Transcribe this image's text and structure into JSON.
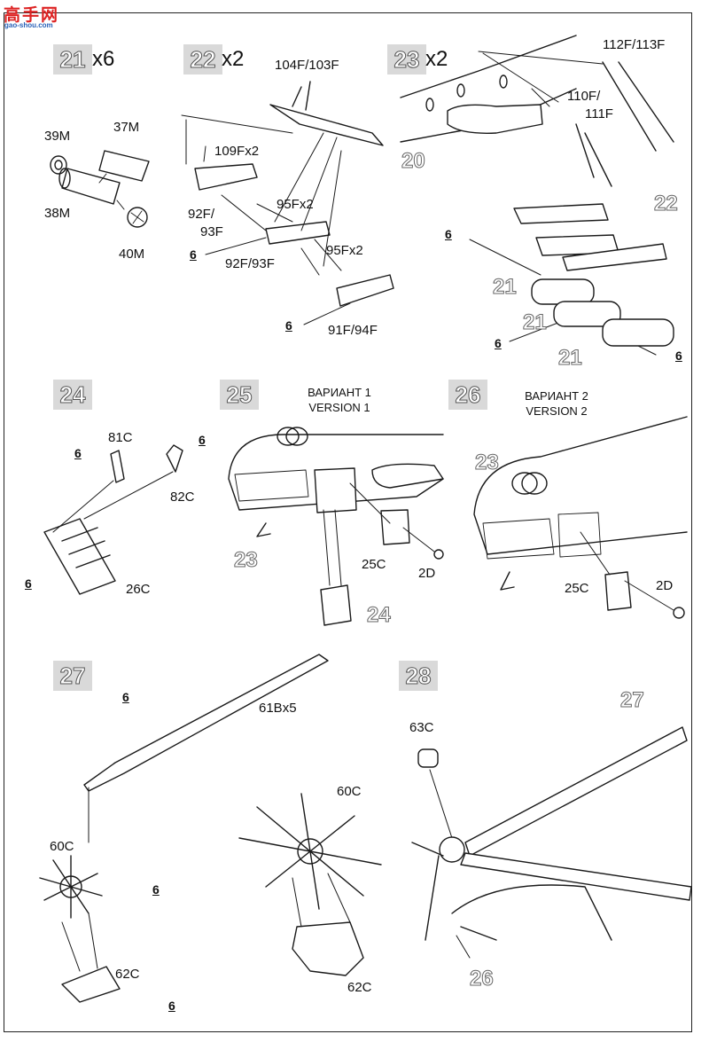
{
  "watermark": {
    "site_cn": "高手网",
    "site_url": "gao-shou.com"
  },
  "steps": [
    {
      "number": "21",
      "qty": "x6"
    },
    {
      "number": "22",
      "qty": "x2"
    },
    {
      "number": "23",
      "qty": "x2"
    },
    {
      "number": "24",
      "qty": ""
    },
    {
      "number": "25",
      "qty": ""
    },
    {
      "number": "26",
      "qty": ""
    },
    {
      "number": "27",
      "qty": ""
    },
    {
      "number": "28",
      "qty": ""
    }
  ],
  "step21": {
    "parts": [
      "39M",
      "37M",
      "38M",
      "40M"
    ]
  },
  "step22": {
    "parts": [
      "104F/103F",
      "109Fx2",
      "95Fx2",
      "92F/",
      "93F",
      "92F/93F",
      "95Fx2",
      "91F/94F"
    ],
    "paint_refs": [
      "6",
      "6"
    ]
  },
  "step23": {
    "parts": [
      "112F/113F",
      "110F/",
      "111F"
    ],
    "refs": [
      "20",
      "22",
      "21",
      "21",
      "21"
    ],
    "paint_refs": [
      "6",
      "6",
      "6"
    ]
  },
  "step24": {
    "parts": [
      "81C",
      "82C",
      "26C"
    ],
    "paint_refs": [
      "6",
      "6",
      "6"
    ]
  },
  "step25": {
    "variant_ru": "ВАРИАНТ 1",
    "variant_en": "VERSION 1",
    "parts": [
      "25C",
      "2D"
    ],
    "refs": [
      "23",
      "24"
    ]
  },
  "step26": {
    "variant_ru": "ВАРИАНТ 2",
    "variant_en": "VERSION 2",
    "parts": [
      "25C",
      "2D"
    ],
    "refs": [
      "23"
    ]
  },
  "step27": {
    "parts": [
      "61Bx5",
      "60C",
      "60C",
      "62C",
      "62C"
    ],
    "paint_refs": [
      "6",
      "6",
      "6"
    ]
  },
  "step28": {
    "parts": [
      "63C"
    ],
    "refs": [
      "27",
      "26"
    ]
  }
}
